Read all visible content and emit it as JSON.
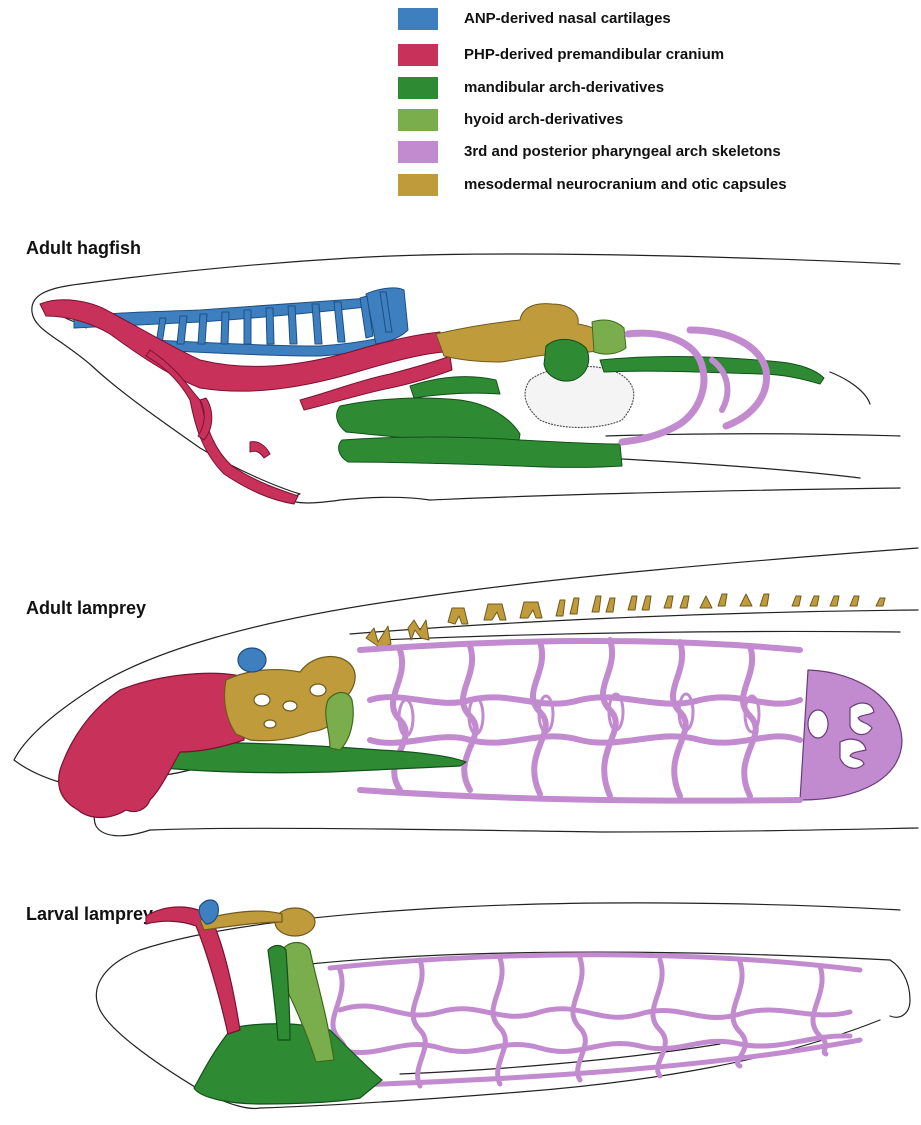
{
  "legend": [
    {
      "label": "ANP-derived nasal cartilages",
      "color": "#3e7fc0"
    },
    {
      "label": "PHP-derived premandibular cranium",
      "color": "#c8325a"
    },
    {
      "label": "mandibular arch-derivatives",
      "color": "#2e8b34"
    },
    {
      "label": "hyoid arch-derivatives",
      "color": "#7aae4c"
    },
    {
      "label": "3rd and posterior pharyngeal arch skeletons",
      "color": "#c38bcf"
    },
    {
      "label": "mesodermal neurocranium and otic capsules",
      "color": "#bf9b3c"
    }
  ],
  "panels": [
    {
      "title": "Adult hagfish"
    },
    {
      "title": "Adult lamprey"
    },
    {
      "title": "Larval lamprey"
    }
  ],
  "colors": {
    "anp": "#3e7fc0",
    "php": "#c8325a",
    "mandibular": "#2e8b34",
    "hyoid": "#7aae4c",
    "pharyngeal": "#c38bcf",
    "mesodermal": "#bf9b3c",
    "outline": "#222222"
  }
}
